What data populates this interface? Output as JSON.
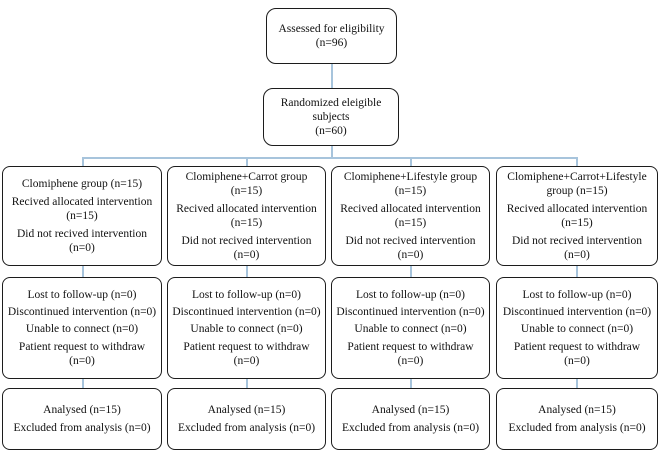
{
  "flow": {
    "line_color": "#a7c4dc",
    "eligibility": {
      "line1": "Assessed for eligibility",
      "line2": "(n=96)"
    },
    "randomized": {
      "line1": "Randomized eleigible subjects",
      "line2": "(n=60)"
    },
    "columns": [
      {
        "title": "Clomiphene group (n=15)",
        "received": "Recived allocated intervention (n=15)",
        "not_received": "Did not recived intervention (n=0)",
        "lost": "Lost to follow-up (n=0)",
        "discontinued": "Discontinued intervention (n=0)",
        "unable": "Unable to connect (n=0)",
        "withdraw": "Patient request to withdraw (n=0)",
        "analysed": "Analysed (n=15)",
        "excluded": "Excluded from analysis (n=0)"
      },
      {
        "title": "Clomiphene+Carrot group (n=15)",
        "received": "Recived allocated intervention (n=15)",
        "not_received": "Did not recived intervention (n=0)",
        "lost": "Lost to follow-up (n=0)",
        "discontinued": "Discontinued intervention (n=0)",
        "unable": "Unable to connect (n=0)",
        "withdraw": "Patient request to withdraw (n=0)",
        "analysed": "Analysed (n=15)",
        "excluded": "Excluded from analysis (n=0)"
      },
      {
        "title": "Clomiphene+Lifestyle group (n=15)",
        "received": "Recived allocated intervention (n=15)",
        "not_received": "Did not recived intervention (n=0)",
        "lost": "Lost to follow-up (n=0)",
        "discontinued": "Discontinued intervention (n=0)",
        "unable": "Unable to connect (n=0)",
        "withdraw": "Patient request to withdraw (n=0)",
        "analysed": "Analysed (n=15)",
        "excluded": "Excluded from analysis (n=0)"
      },
      {
        "title": "Clomiphene+Carrot+Lifestyle group (n=15)",
        "received": "Recived allocated intervention (n=15)",
        "not_received": "Did not recived intervention (n=0)",
        "lost": "Lost to follow-up (n=0)",
        "discontinued": "Discontinued intervention (n=0)",
        "unable": "Unable to connect (n=0)",
        "withdraw": "Patient request to withdraw (n=0)",
        "analysed": "Analysed (n=15)",
        "excluded": "Excluded from analysis (n=0)"
      }
    ]
  }
}
